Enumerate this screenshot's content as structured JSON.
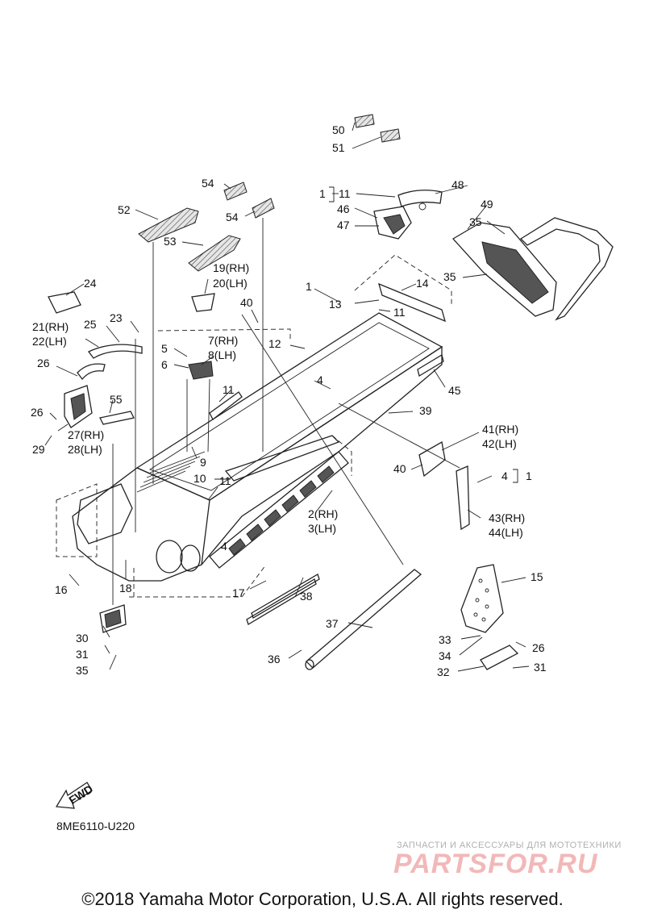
{
  "diagram": {
    "drawing_code": "8ME6110-U220",
    "fwd_label": "FWD",
    "copyright": "©2018 Yamaha Motor Corporation, U.S.A. All rights reserved.",
    "watermark_tagline": "ЗАПЧАСТИ И АКСЕССУАРЫ ДЛЯ МОТОТЕХНИКИ",
    "watermark_logo": "PARTSFOR.RU",
    "callouts": {
      "c50": "50",
      "c51": "51",
      "c54a": "54",
      "c54b": "54",
      "c52": "52",
      "c53": "53",
      "c1a": "1",
      "c11a": "11",
      "c46": "46",
      "c47": "47",
      "c48": "48",
      "c49": "49",
      "c35a": "35",
      "c35b": "35",
      "c19_20a": "19(RH)",
      "c19_20b": "20(LH)",
      "c24": "24",
      "c1b": "1",
      "c13": "13",
      "c14": "14",
      "c11b": "11",
      "c40a": "40",
      "c21_22a": "21(RH)",
      "c21_22b": "22(LH)",
      "c25": "25",
      "c23": "23",
      "c12": "12",
      "c7_8a": "7(RH)",
      "c7_8b": "8(LH)",
      "c5": "5",
      "c6": "6",
      "c26a": "26",
      "c4a": "4",
      "c45": "45",
      "c11c": "11",
      "c55": "55",
      "c39": "39",
      "c26b": "26",
      "c27_28a": "27(RH)",
      "c27_28b": "28(LH)",
      "c29": "29",
      "c41_42a": "41(RH)",
      "c41_42b": "42(LH)",
      "c9": "9",
      "c40b": "40",
      "c4b": "4",
      "c1c": "1",
      "c10": "10",
      "c11d": "11",
      "c2_3a": "2(RH)",
      "c2_3b": "3(LH)",
      "c43_44a": "43(RH)",
      "c43_44b": "44(LH)",
      "c4c": "4",
      "c16": "16",
      "c18": "18",
      "c17": "17",
      "c38": "38",
      "c15": "15",
      "c30": "30",
      "c31a": "31",
      "c35c": "35",
      "c37": "37",
      "c33": "33",
      "c34": "34",
      "c26c": "26",
      "c36": "36",
      "c32": "32",
      "c31b": "31"
    }
  }
}
